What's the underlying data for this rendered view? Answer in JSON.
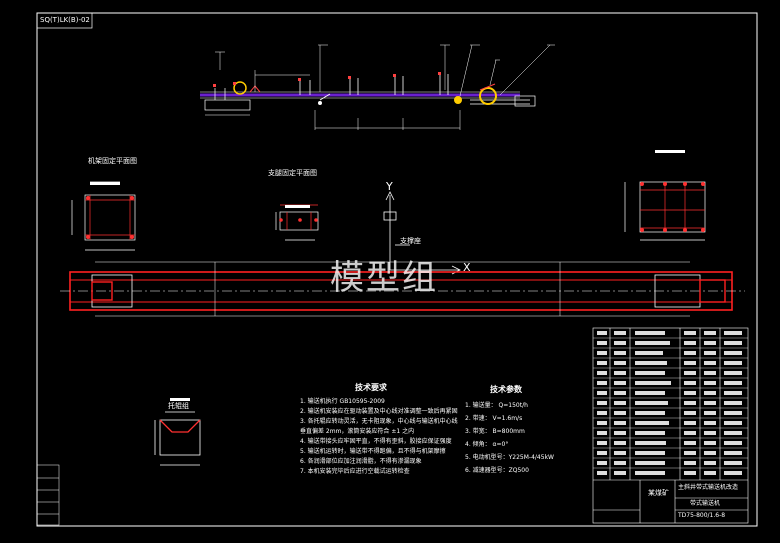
{
  "drawing": {
    "top_left_code": "SQ(T)LK(B)-02",
    "watermark": "模型组",
    "axis_x": "X",
    "axis_y": "Y"
  },
  "views": {
    "left_view_title": "机架固定平面图",
    "middle_view_title": "支腿固定平面图",
    "bottom_left_title": "托辊组",
    "support_label": "支撑座"
  },
  "tech_requirements": {
    "title": "技术要求",
    "items": [
      "1. 输送机执行 GB10595-2009",
      "2. 输送机安装应在驱动装置及中心线对准调整一致后再紧固",
      "3. 各托辊应转动灵活，无卡阻现象，中心线与输送机中心线",
      "   垂直偏差 2mm，滚筒安装应符合  ±1 之内",
      "4. 输送带接头应牢固平直，不得有歪斜，胶接应保证强度",
      "5. 输送机运转时，输送带不得跑偏，且不得与机架摩擦",
      "6. 各润滑部位应加注润滑脂，不得有渗漏现象",
      "7. 本机安装完毕后应进行空载试运转检查"
    ]
  },
  "tech_params": {
    "title": "技术参数",
    "items": [
      "1. 输送量：  Q=150t/h",
      "2. 带速：    V=1.6m/s",
      "3. 带宽：    B=800mm",
      "4. 倾角：    α=0°",
      "5. 电动机型号：Y225M-4/45kW",
      "6. 减速器型号：ZQ500"
    ]
  },
  "title_block": {
    "company": "某煤矿",
    "drawing_name": "带式输送机",
    "project": "主斜井带式输送机改造",
    "drawing_no": "TD75-800/1.6-8"
  },
  "colors": {
    "frame": "#ffffff",
    "belt": "#ff2020",
    "conveyor_top": "#6a20d0",
    "drive": "#ffcc00"
  }
}
